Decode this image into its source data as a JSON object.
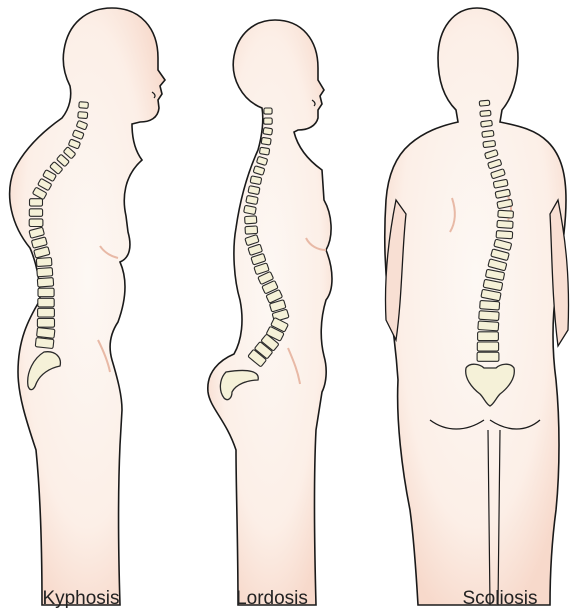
{
  "figures": [
    {
      "id": "kyphosis",
      "label": "Kyphosis"
    },
    {
      "id": "lordosis",
      "label": "Lordosis"
    },
    {
      "id": "scoliosis",
      "label": "Scoliosis"
    }
  ],
  "colors": {
    "skin_fill": "#fbeae1",
    "skin_inner": "#fdf7f2",
    "outline": "#1a1a1a",
    "vertebra_fill": "#f5f1d8",
    "vertebra_stroke": "#2a2a2a",
    "fold": "#e8b9a6"
  }
}
